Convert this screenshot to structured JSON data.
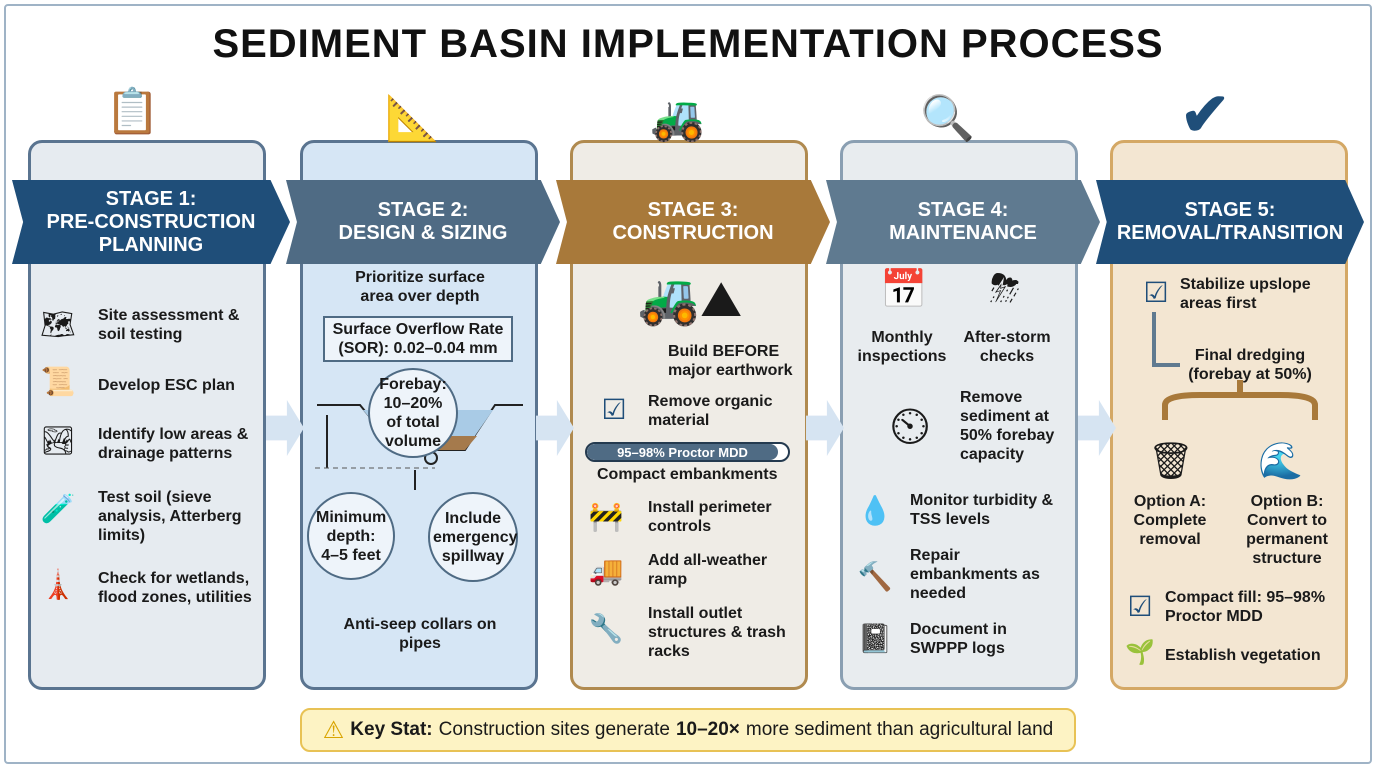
{
  "title": "SEDIMENT BASIN IMPLEMENTATION PROCESS",
  "colors": {
    "stage1": "#1f4e79",
    "stage2": "#4f6b84",
    "stage3": "#a8793a",
    "stage4": "#5f7a90",
    "stage5": "#1f4e79",
    "key_stat_bg": "#fdf3c4"
  },
  "stages": [
    {
      "label": "STAGE 1:",
      "name": "PRE-CONSTRUCTION PLANNING",
      "icon": "clipboard-checklist-icon",
      "items": [
        {
          "icon": "map-search-icon",
          "text": "Site assessment & soil testing"
        },
        {
          "icon": "document-scroll-icon",
          "text": "Develop ESC plan"
        },
        {
          "icon": "landscape-icon",
          "text": "Identify low areas & drainage patterns"
        },
        {
          "icon": "sieve-flask-icon",
          "text": "Test soil (sieve analysis, Atterberg limits)"
        },
        {
          "icon": "power-tower-water-icon",
          "text": "Check for wetlands, flood zones, utilities"
        }
      ]
    },
    {
      "label": "STAGE 2:",
      "name": "DESIGN & SIZING",
      "icon": "blueprint-ruler-icon",
      "heading": "Prioritize surface area over depth",
      "sor": "Surface Overflow Rate (SOR): 0.02–0.04 mm",
      "forebay": "Forebay: 10–20% of total volume",
      "min_depth": "Minimum depth: 4–5 feet",
      "spillway": "Include emergency spillway",
      "anti_seep": "Anti-seep collars on pipes"
    },
    {
      "label": "STAGE 3:",
      "name": "CONSTRUCTION",
      "icon": "excavator-icon",
      "build": "Build BEFORE major earthwork",
      "remove": "Remove organic material",
      "proctor": "95–98% Proctor MDD",
      "proctor_fill_percent": 95,
      "compact": "Compact embankments",
      "items": [
        {
          "icon": "fence-check-icon",
          "text": "Install perimeter controls"
        },
        {
          "icon": "truck-ramp-icon",
          "text": "Add all-weather ramp"
        },
        {
          "icon": "outlet-pipe-icon",
          "text": "Install outlet structures & trash racks"
        }
      ]
    },
    {
      "label": "STAGE 4:",
      "name": "MAINTENANCE",
      "icon": "magnifier-gear-icon",
      "monthly": "Monthly inspections",
      "storm": "After-storm checks",
      "remove": "Remove sediment at 50% forebay capacity",
      "items": [
        {
          "icon": "water-drop-gauge-icon",
          "text": "Monitor turbidity & TSS levels"
        },
        {
          "icon": "trowel-icon",
          "text": "Repair embankments as needed"
        },
        {
          "icon": "notebook-icon",
          "text": "Document in SWPPP logs"
        }
      ]
    },
    {
      "label": "STAGE 5:",
      "name": "REMOVAL/TRANSITION",
      "icon": "checkmark-arrow-icon",
      "stabilize": "Stabilize upslope areas first",
      "dredge": "Final dredging (forebay at 50%)",
      "option_a": "Option A: Complete removal",
      "option_b": "Option B: Convert to permanent structure",
      "compact": "Compact fill: 95–98% Proctor MDD",
      "vegetation": "Establish vegetation"
    }
  ],
  "key_stat": {
    "label": "Key Stat:",
    "pre": "Construction sites generate",
    "highlight": "10–20×",
    "post": "more sediment than agricultural land"
  }
}
